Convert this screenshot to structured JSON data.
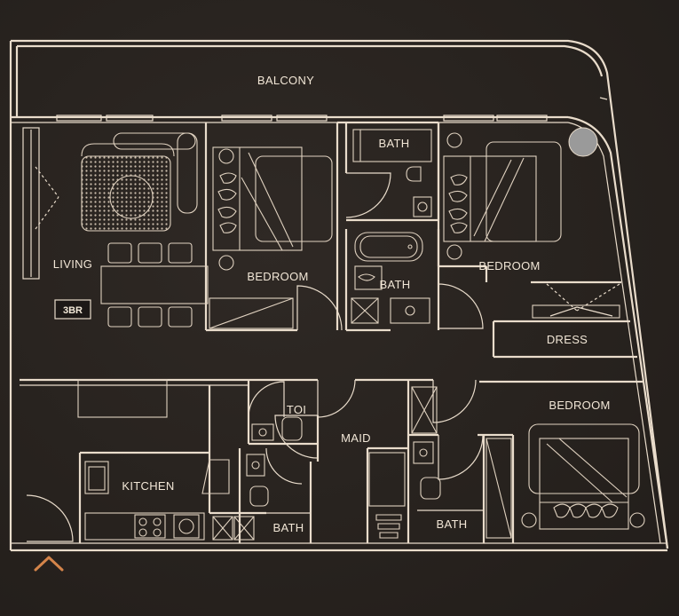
{
  "rooms": {
    "balcony": "BALCONY",
    "living": "LIVING",
    "bedroom_1": "BEDROOM",
    "bath_top": "BATH",
    "bedroom_2": "BEDROOM",
    "bath_mid": "BATH",
    "dress": "DRESS",
    "toi": "TOI",
    "maid": "MAID",
    "bedroom_3": "BEDROOM",
    "kitchen": "KITCHEN",
    "bath_bottom_left": "BATH",
    "bath_bottom_right": "BATH"
  },
  "unit_badge": "3BR",
  "controls": {
    "scroll_up_icon": "chevron-up-icon"
  },
  "colors": {
    "background": "#2a2420",
    "lines": "#e9dccb",
    "accent": "#d4844a",
    "marker": "#9a9a9a"
  }
}
